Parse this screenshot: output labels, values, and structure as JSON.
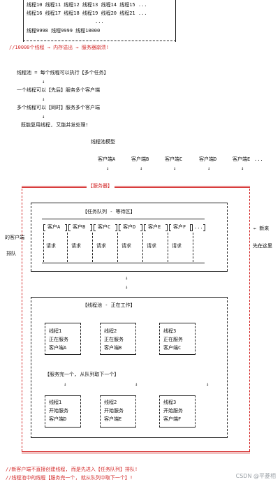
{
  "top_box": {
    "row1": "线程10 线程11 线程12 线程13 线程14 线程15 ...",
    "row2": "线程16 线程17 线程18 线程19 线程20 线程21 ...",
    "row3": "...",
    "row4": "线程9998 线程9999 线程10000"
  },
  "crash_note": "//10000个线程 → 内存溢出 → 服务器崩溃!",
  "concept": {
    "line1": "线程池 = 每个线程可以执行【多个任务】",
    "line2": "一个线程可以【先后】服务多个客户端",
    "line3": "多个线程可以【同时】服务多个客户端",
    "line4": "既能复用线程, 又能并发处理!",
    "arrow": "↓"
  },
  "model": {
    "title": "线程池模型",
    "clients": [
      "客户端A",
      "客户端B",
      "客户端C",
      "客户端D",
      "客户端E"
    ],
    "clients_more": "...",
    "server_label": "【服务器】"
  },
  "queue": {
    "title": "【任务队列 - 等待区】",
    "clients": [
      "客户A",
      "客户B",
      "客户C",
      "客户D",
      "客户E",
      "客户F",
      "..."
    ],
    "requests": [
      "请求",
      "请求",
      "请求",
      "请求",
      "请求",
      "请求"
    ],
    "left_label_1": "的客户端",
    "left_label_2": "排队",
    "right_label_1": "← 新来",
    "right_label_2": "先在这里"
  },
  "pool": {
    "title": "【线程池 - 正在工作】",
    "threads_top": [
      {
        "name": "线程1",
        "status": "正在服务",
        "client": "客户端A"
      },
      {
        "name": "线程2",
        "status": "正在服务",
        "client": "客户端B"
      },
      {
        "name": "线程3",
        "status": "正在服务",
        "client": "客户端C"
      }
    ],
    "next_note": "【服务完一个, 从队列取下一个】",
    "threads_bottom": [
      {
        "name": "线程1",
        "status": "开始服务",
        "client": "客户端D"
      },
      {
        "name": "线程2",
        "status": "开始服务",
        "client": "客户端E"
      },
      {
        "name": "线程3",
        "status": "开始服务",
        "client": "客户端F"
      }
    ]
  },
  "notes": {
    "note1": "//新客户端不直接创建线程, 而是先进入【任务队列】排队!",
    "note2": "//线程池中的线程【服务完一个, 就从队列中取下一个】!"
  },
  "watermark": "CSDN @平菱相",
  "colors": {
    "accent": "#d42a2a",
    "text": "#111111"
  }
}
